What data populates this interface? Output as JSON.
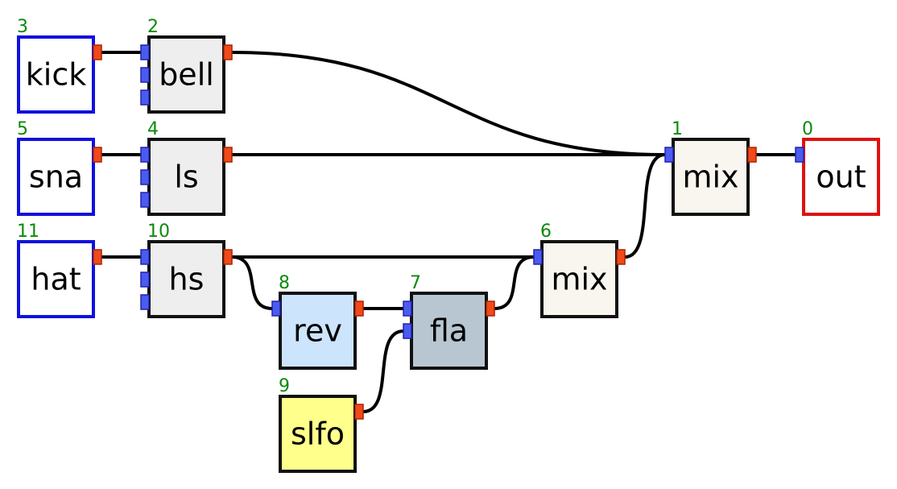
{
  "colors": {
    "source_border": "#1010e0",
    "output_border": "#e01010",
    "effect_border": "#111111",
    "wire": "#000000",
    "id_text": "#0a8a0a",
    "port_in": "#4a5cf0",
    "port_out": "#f04a1a"
  },
  "nodes": [
    {
      "id": "0",
      "label": "out",
      "kind": "output",
      "fill": "#ffffff",
      "inputs": 1,
      "outputs": 0
    },
    {
      "id": "1",
      "label": "mix",
      "kind": "effect",
      "fill": "#f8f6ee",
      "inputs": 1,
      "outputs": 1
    },
    {
      "id": "2",
      "label": "bell",
      "kind": "effect",
      "fill": "#eeeeee",
      "inputs": 3,
      "outputs": 1
    },
    {
      "id": "3",
      "label": "kick",
      "kind": "source",
      "fill": "#ffffff",
      "inputs": 0,
      "outputs": 1
    },
    {
      "id": "4",
      "label": "ls",
      "kind": "effect",
      "fill": "#eeeeee",
      "inputs": 3,
      "outputs": 1
    },
    {
      "id": "5",
      "label": "sna",
      "kind": "source",
      "fill": "#ffffff",
      "inputs": 0,
      "outputs": 1
    },
    {
      "id": "6",
      "label": "mix",
      "kind": "effect",
      "fill": "#f8f6ee",
      "inputs": 1,
      "outputs": 1
    },
    {
      "id": "7",
      "label": "fla",
      "kind": "effect",
      "fill": "#b8c6d2",
      "inputs": 2,
      "outputs": 1
    },
    {
      "id": "8",
      "label": "rev",
      "kind": "effect",
      "fill": "#cce4fc",
      "inputs": 1,
      "outputs": 1
    },
    {
      "id": "9",
      "label": "slfo",
      "kind": "effect",
      "fill": "#ffff8c",
      "inputs": 0,
      "outputs": 1
    },
    {
      "id": "10",
      "label": "hs",
      "kind": "effect",
      "fill": "#eeeeee",
      "inputs": 3,
      "outputs": 1
    },
    {
      "id": "11",
      "label": "hat",
      "kind": "source",
      "fill": "#ffffff",
      "inputs": 0,
      "outputs": 1
    }
  ],
  "edges": [
    {
      "from": "3",
      "to": "2",
      "to_port": 0
    },
    {
      "from": "5",
      "to": "4",
      "to_port": 0
    },
    {
      "from": "11",
      "to": "10",
      "to_port": 0
    },
    {
      "from": "2",
      "to": "1",
      "to_port": 0
    },
    {
      "from": "4",
      "to": "1",
      "to_port": 0
    },
    {
      "from": "6",
      "to": "1",
      "to_port": 0
    },
    {
      "from": "1",
      "to": "0",
      "to_port": 0
    },
    {
      "from": "10",
      "to": "6",
      "to_port": 0
    },
    {
      "from": "10",
      "to": "8",
      "to_port": 0
    },
    {
      "from": "8",
      "to": "7",
      "to_port": 0
    },
    {
      "from": "9",
      "to": "7",
      "to_port": 1
    },
    {
      "from": "7",
      "to": "6",
      "to_port": 0
    }
  ]
}
